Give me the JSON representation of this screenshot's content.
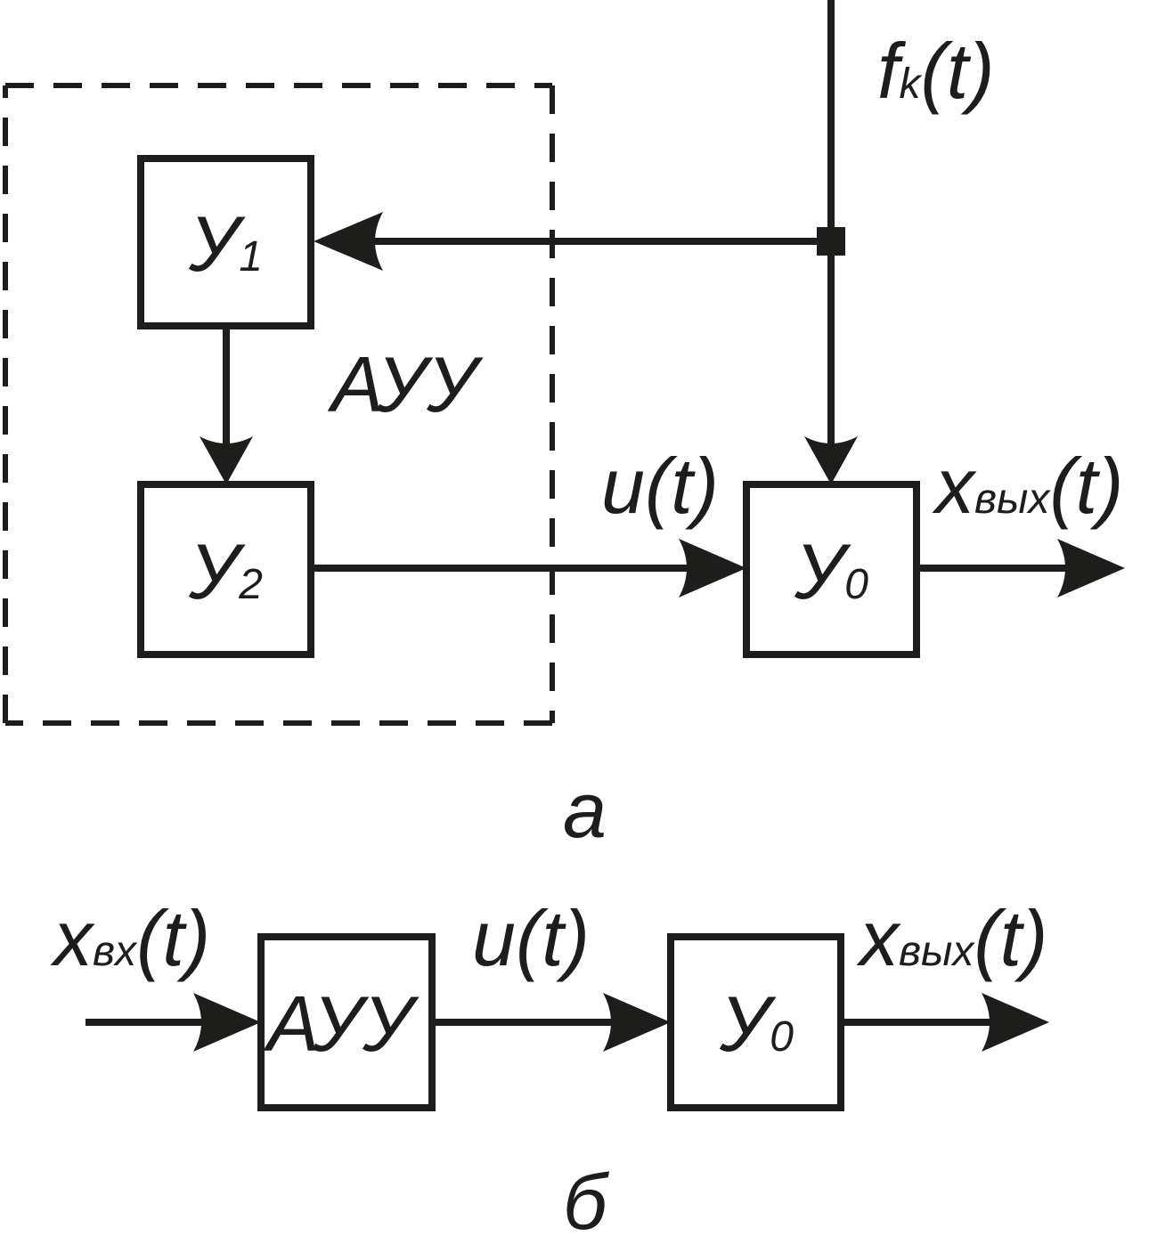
{
  "diagram_a": {
    "caption": "а",
    "group_label": "АУУ",
    "block_y1": {
      "base": "У",
      "sub": "1"
    },
    "block_y2": {
      "base": "У",
      "sub": "2"
    },
    "block_y0": {
      "base": "У",
      "sub": "0"
    },
    "signal_f": {
      "base": "f",
      "sub": "k",
      "suffix": "(t)"
    },
    "signal_u": "u(t)",
    "signal_out": {
      "base": "x",
      "sub": "вых",
      "suffix": "(t)"
    }
  },
  "diagram_b": {
    "caption": "б",
    "block_ayy": "АУУ",
    "block_y0": {
      "base": "У",
      "sub": "0"
    },
    "signal_in": {
      "base": "x",
      "sub": "вх",
      "suffix": "(t)"
    },
    "signal_u": "u(t)",
    "signal_out": {
      "base": "x",
      "sub": "вых",
      "suffix": "(t)"
    }
  }
}
